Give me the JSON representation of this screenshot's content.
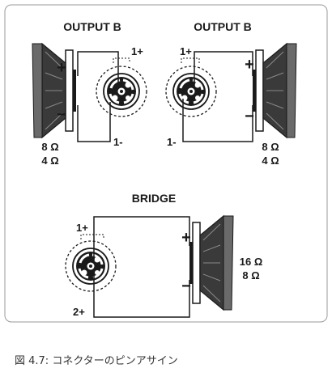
{
  "colors": {
    "line": "#1a1a1a",
    "frame": "#9a9a9a",
    "background": "#ffffff",
    "caption": "#333333"
  },
  "icons": [
    "speaker-icon",
    "speakon-connector-icon"
  ],
  "panels": {
    "left": {
      "title": "OUTPUT B",
      "pin_plus": "1+",
      "pin_minus": "1-",
      "plus": "+",
      "minus": "−",
      "imp1": "8 Ω",
      "imp2": "4 Ω"
    },
    "right": {
      "title": "OUTPUT B",
      "pin_plus": "1+",
      "pin_minus": "1-",
      "plus": "+",
      "minus": "−",
      "imp1": "8 Ω",
      "imp2": "4 Ω"
    },
    "bridge": {
      "title": "BRIDGE",
      "pin_plus": "1+",
      "pin_minus": "2+",
      "plus": "+",
      "minus": "−",
      "imp1": "16 Ω",
      "imp2": "8 Ω"
    }
  },
  "caption": "図 4.7: コネクターのピンアサイン"
}
